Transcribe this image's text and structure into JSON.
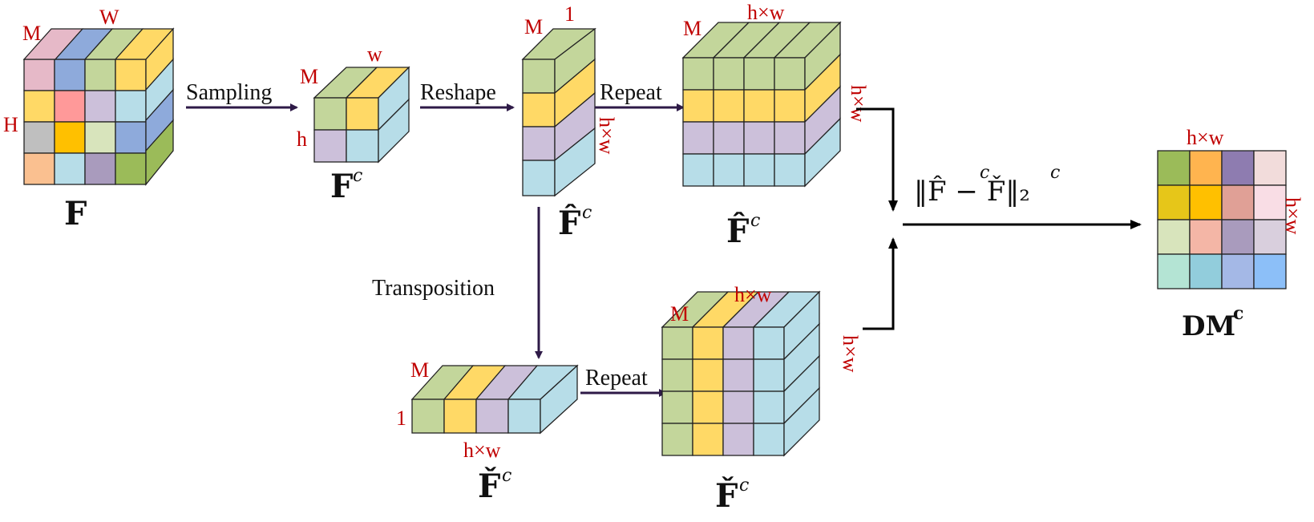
{
  "colors": {
    "green": "#c3d69b",
    "yellow": "#ffd966",
    "purple": "#ccc0da",
    "blue": "#b7dde8",
    "pink": "#e6b9c8",
    "midblue": "#8eaadb",
    "darkgreen": "#9bbb59",
    "red": "#ff9999",
    "gray": "#bfbfbf",
    "gold": "#ffc000",
    "lightgreen": "#d8e4bc",
    "peach": "#fac090",
    "mauve": "#a99bbd",
    "arrow": "#2e1a47",
    "label_red": "#c00000"
  },
  "cube_F": {
    "label_M": "M",
    "label_W": "W",
    "label_H": "H",
    "symbol": "F",
    "front_colors": [
      [
        "pink",
        "midblue",
        "green",
        "yellow"
      ],
      [
        "yellow",
        "red",
        "purple",
        "blue"
      ],
      [
        "gray",
        "gold",
        "lightgreen",
        "midblue"
      ],
      [
        "peach",
        "blue",
        "mauve",
        "darkgreen"
      ]
    ]
  },
  "cube_Fc": {
    "label_M": "M",
    "label_w": "w",
    "label_h": "h",
    "symbol": "F",
    "superscript": "c"
  },
  "column_Fhat": {
    "label_M": "M",
    "label_1": "1",
    "label_hw": "h×w",
    "symbol": "F̂",
    "superscript": "c"
  },
  "cube_Fhat_repeat": {
    "label_M": "M",
    "label_hw_top": "h×w",
    "label_hw_side": "h×w",
    "symbol": "F̂",
    "superscript": "c"
  },
  "slab_Fcheck": {
    "label_M": "M",
    "label_1": "1",
    "label_hw": "h×w",
    "symbol": "F̌",
    "superscript": "c"
  },
  "cube_Fcheck_repeat": {
    "label_M": "M",
    "label_hw_top": "h×w",
    "label_hw_side": "h×w",
    "symbol": "F̌",
    "superscript": "c"
  },
  "arrows": {
    "sampling": "Sampling",
    "reshape": "Reshape",
    "repeat_top": "Repeat",
    "transposition": "Transposition",
    "repeat_bottom": "Repeat"
  },
  "formula": {
    "text": "‖F̂ − F̌‖₂",
    "sup1": "c",
    "sup2": "c"
  },
  "output": {
    "label_hw_top": "h×w",
    "label_hw_side": "h×w",
    "symbol": "DM",
    "superscript": "c",
    "matrix_colors": [
      [
        "#9bbb59",
        "#ffb44f",
        "#8e7cb0",
        "#f2dcdb"
      ],
      [
        "#e6c619",
        "#ffc000",
        "#e0a096",
        "#f9dde5"
      ],
      [
        "#d8e4bc",
        "#f4b6a6",
        "#a99bbd",
        "#d9cfdd"
      ],
      [
        "#b4e4d4",
        "#92cddc",
        "#a4b8e6",
        "#8cbff8"
      ]
    ]
  }
}
